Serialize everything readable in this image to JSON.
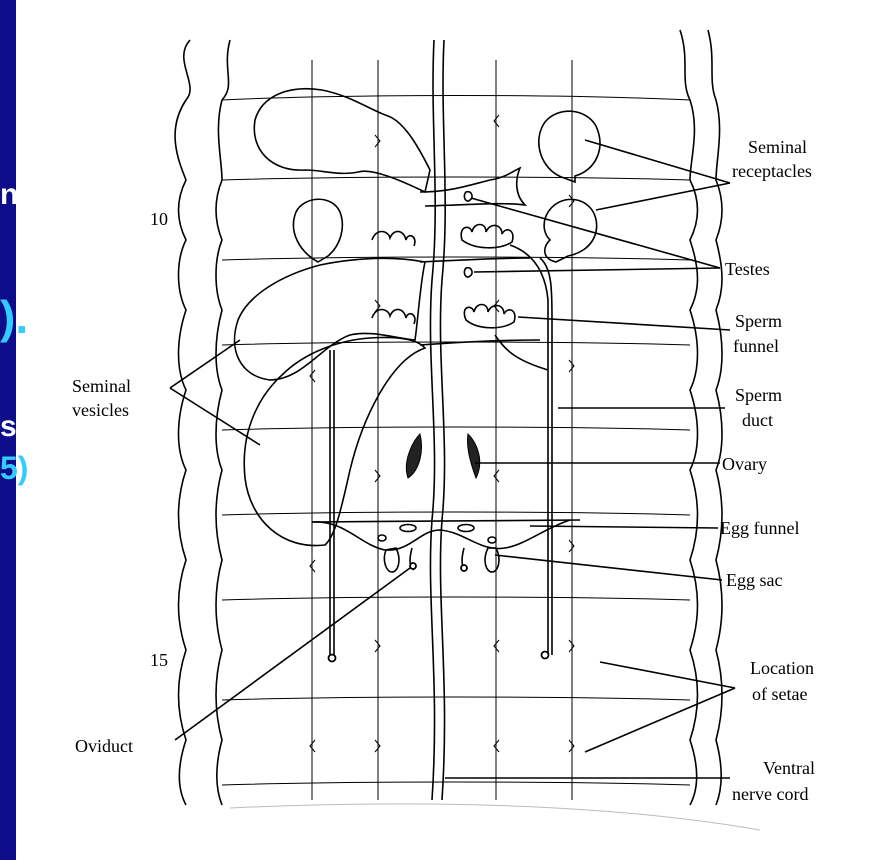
{
  "slide_fragments": [
    "n",
    ").",
    "s",
    "5)"
  ],
  "diagram": {
    "segment_numbers": [
      "10",
      "15"
    ],
    "labels": {
      "seminal_receptacles": [
        "Seminal",
        "receptacles"
      ],
      "testes": "Testes",
      "sperm_funnel": [
        "Sperm",
        "funnel"
      ],
      "sperm_duct": [
        "Sperm",
        "duct"
      ],
      "ovary": "Ovary",
      "egg_funnel": "Egg funnel",
      "egg_sac": "Egg sac",
      "location_of_setae": [
        "Location",
        "of setae"
      ],
      "ventral_nerve_cord": [
        "Ventral",
        "nerve cord"
      ],
      "seminal_vesicles": [
        "Seminal",
        "vesicles"
      ],
      "oviduct": "Oviduct"
    }
  },
  "colors": {
    "slide_blue": "#0d0d8c",
    "accent_cyan": "#33ccff"
  }
}
